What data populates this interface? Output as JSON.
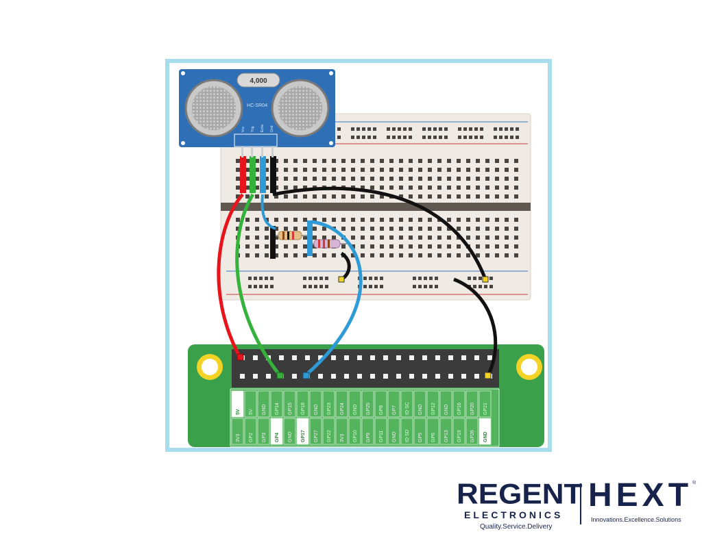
{
  "sensor": {
    "cap_label": "4,000",
    "model_label": "HC-SR04",
    "pin_labels": [
      "Vcc",
      "Trig",
      "Echo",
      "Gnd"
    ]
  },
  "gpio": {
    "top_row": [
      "5V",
      "5V",
      "GND",
      "GP14",
      "GP15",
      "GP18",
      "GND",
      "GP23",
      "GP24",
      "GND",
      "GP25",
      "GP8",
      "GP7",
      "ID SC",
      "GND",
      "GP12",
      "GND",
      "GP16",
      "GP20",
      "GP21"
    ],
    "bottom_row": [
      "3V3",
      "GP2",
      "GP3",
      "GP4",
      "GND",
      "GP17",
      "GP27",
      "GP22",
      "3V3",
      "GP10",
      "GP9",
      "GP11",
      "GND",
      "ID SD",
      "GP5",
      "GP6",
      "GP13",
      "GP19",
      "GP26",
      "GND"
    ],
    "highlight_top": [
      "5V"
    ],
    "highlight_bottom": [
      "GP4",
      "GP17",
      "GND"
    ]
  },
  "wires": {
    "colors": {
      "red": "#e8141c",
      "green": "#35b23b",
      "blue": "#2e9bd6",
      "black": "#111111"
    }
  },
  "colors": {
    "frame": "#a9dcec",
    "sensor_board": "#2f6fb5",
    "pi_board": "#3aa04a",
    "breadboard": "#efeae4",
    "brand_navy": "#17234a"
  },
  "branding": {
    "regent": "REGENT",
    "electronics": "ELECTRONICS",
    "regent_tagline": "Quality.Service.Delivery",
    "hext": "HEXT",
    "hext_tagline": "Innovations.Excellence.Solutions",
    "registered": "®"
  }
}
